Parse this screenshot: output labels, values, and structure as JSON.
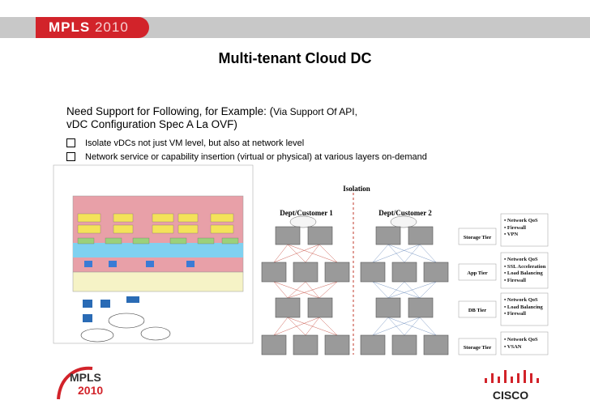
{
  "header": {
    "logo_left": "MPLS",
    "logo_right": "2010"
  },
  "title": "Multi-tenant Cloud DC",
  "intro": {
    "line1_main": "Need Support for Following, for Example: (",
    "line1_small": "Via Support Of API,",
    "line2": "vDC Configuration Spec A La OVF)"
  },
  "bullets": [
    "Isolate vDCs not just VM level, but also at network level",
    "Network service or capability insertion (virtual or physical) at various layers on-demand"
  ],
  "diagram": {
    "isolation_label": "Isolation",
    "dept1": "Dept/Customer 1",
    "dept2": "Dept/Customer 2",
    "tiers": [
      "Storage Tier",
      "App Tier",
      "DB Tier",
      "Storage Tier"
    ],
    "services": [
      [
        "• Network QoS",
        "• Firewall",
        "• VPN"
      ],
      [
        "• Network QoS",
        "• SSL Acceleration",
        "• Load Balancing",
        "• Firewall"
      ],
      [
        "• Network QoS",
        "• Load Balancing",
        "• Firewall"
      ],
      [
        "• Network QoS",
        "• VSAN"
      ]
    ]
  },
  "footer": {
    "logo_top": "MPLS",
    "logo_bottom": "2010",
    "brand": "CISCO"
  },
  "colors": {
    "accent_red": "#d2232a",
    "grey_band": "#c8c8c8",
    "dept1_lines": "#c0392b",
    "dept2_lines": "#5b7fb5"
  }
}
